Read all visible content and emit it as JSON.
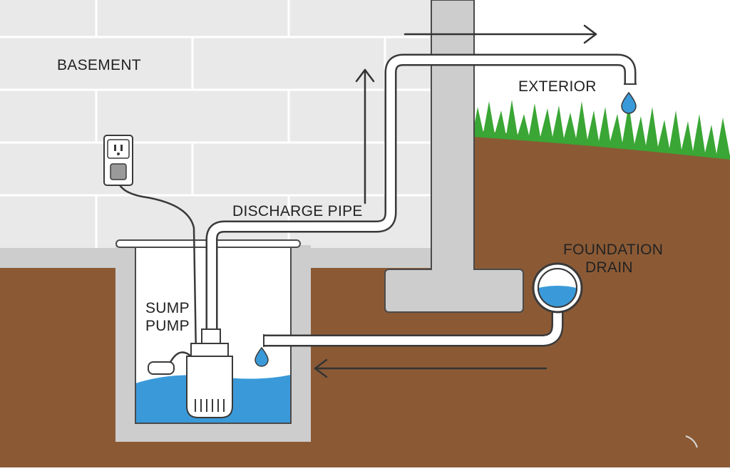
{
  "labels": {
    "basement": "BASEMENT",
    "exterior": "EXTERIOR",
    "discharge_pipe": "DISCHARGE PIPE",
    "foundation_drain": {
      "line1": "FOUNDATION",
      "line2": "DRAIN"
    },
    "sump_pump": {
      "line1": "SUMP",
      "line2": "PUMP"
    }
  },
  "colors": {
    "wall": "#e9e9e9",
    "wall_mortar": "#ffffff",
    "soil": "#8b5a35",
    "concrete": "#cdcdcd",
    "concrete_outline": "#4a4a4a",
    "grass": "#3aa635",
    "water": "#3a9ad9",
    "water_light": "#a9d3f0",
    "pipe_outline": "#3a3a3a",
    "pipe_fill": "#ffffff",
    "arrow": "#333333"
  }
}
